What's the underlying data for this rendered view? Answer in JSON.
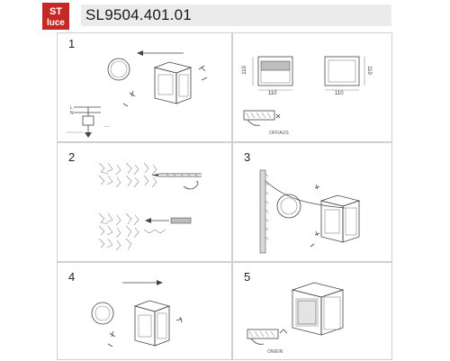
{
  "header": {
    "brand_line1": "ST",
    "brand_line2": "luce",
    "model": "SL9504.401.01"
  },
  "steps": [
    {
      "number": "1"
    },
    {
      "number": "2"
    },
    {
      "number": "3"
    },
    {
      "number": "4"
    },
    {
      "number": "5"
    }
  ],
  "dimensions": {
    "front_width": "110",
    "front_height": "110",
    "side_width": "110",
    "side_height": "110"
  },
  "labels": {
    "off": "OFF/AUS",
    "on": "ON/EIN",
    "wire_l": "L",
    "wire_n": "N",
    "dots": "..."
  },
  "colors": {
    "panel_border": "#d0d0d0",
    "header_band": "#ebebeb",
    "logo_red": "#c62828"
  }
}
